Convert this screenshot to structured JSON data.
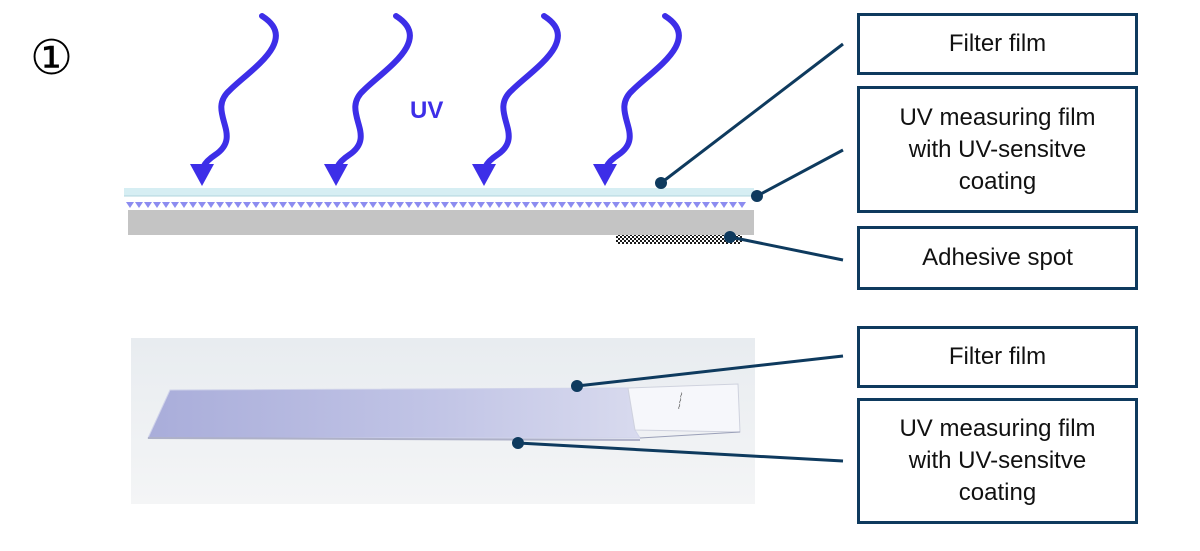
{
  "step_marker": "①",
  "uv_label": "UV",
  "colors": {
    "uv": "#3d2ee8",
    "box_border": "#0e3a5e",
    "filter_film": "#d6eef3",
    "coating": "#8c8cf0",
    "substrate": "#c4c4c4",
    "adhesive": "#1a1a1a",
    "photo_bg": "#eef1f4",
    "strip": "#b8bcdc"
  },
  "top_diagram": {
    "labels": {
      "filter_film": "Filter film",
      "uv_film": [
        "UV measuring film",
        "with UV-sensitve",
        "coating"
      ],
      "adhesive": "Adhesive spot"
    }
  },
  "bottom_photo": {
    "labels": {
      "filter_film": "Filter film",
      "uv_film": [
        "UV measuring film",
        "with UV-sensitve",
        "coating"
      ]
    }
  }
}
